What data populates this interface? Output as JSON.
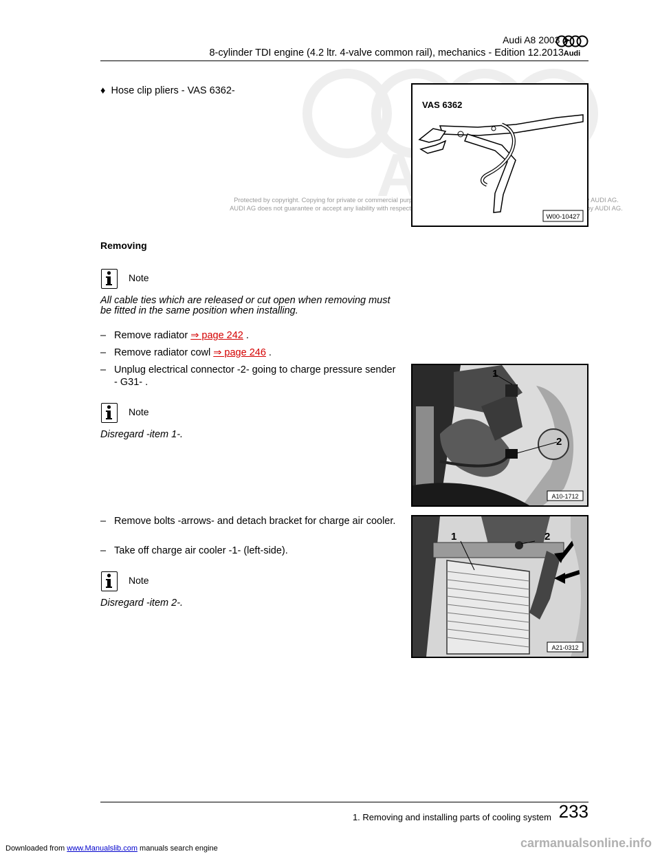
{
  "header": {
    "model": "Audi A8 2003 ➤",
    "subtitle": "8-cylinder TDI engine (4.2 ltr. 4-valve common rail), mechanics - Edition 12.2013",
    "logo_text": "Audi"
  },
  "watermark": {
    "brand": "AUDI",
    "notice": "Protected by copyright. Copying for private or commercial purposes, in part or in whole, is not permitted unless authorised by AUDI AG. AUDI AG does not guarantee or accept any liability with respect to the correctness of information in this document. Copyright by AUDI AG."
  },
  "tool": {
    "bullet": "♦",
    "text": "Hose clip pliers - VAS 6362-",
    "figure_label": "VAS 6362",
    "figure_code": "W00-10427"
  },
  "removing": {
    "heading": "Removing",
    "note1_label": "Note",
    "note1_text": "All cable ties which are released or cut open when removing must be fitted in the same position when installing.",
    "step1_text": "Remove radiator ",
    "step1_link": "⇒ page 242",
    "step1_end": " .",
    "step2_text": "Remove radiator cowl ",
    "step2_link": "⇒ page 246",
    "step2_end": " .",
    "step3_text": "Unplug electrical connector -2- going to charge pressure sender - G31- .",
    "note2_label": "Note",
    "note2_text": "Disregard -item 1-.",
    "step4_text": "Remove bolts -arrows- and detach bracket for charge air cooler.",
    "step5_text": "Take off charge air cooler -1- (left-side).",
    "note3_label": "Note",
    "note3_text": "Disregard -item 2-.",
    "dash": "–"
  },
  "figure2": {
    "callout1": "1",
    "callout2": "2",
    "code": "A10-1712"
  },
  "figure3": {
    "callout1": "1",
    "callout2": "2",
    "code": "A21-0312"
  },
  "footer": {
    "section": "1. Removing and installing parts of cooling system",
    "page_number": "233",
    "downloaded": "Downloaded from ",
    "site": "www.Manualslib.com",
    "site_suffix": " manuals search engine",
    "corner": "carmanualsonline.info"
  }
}
